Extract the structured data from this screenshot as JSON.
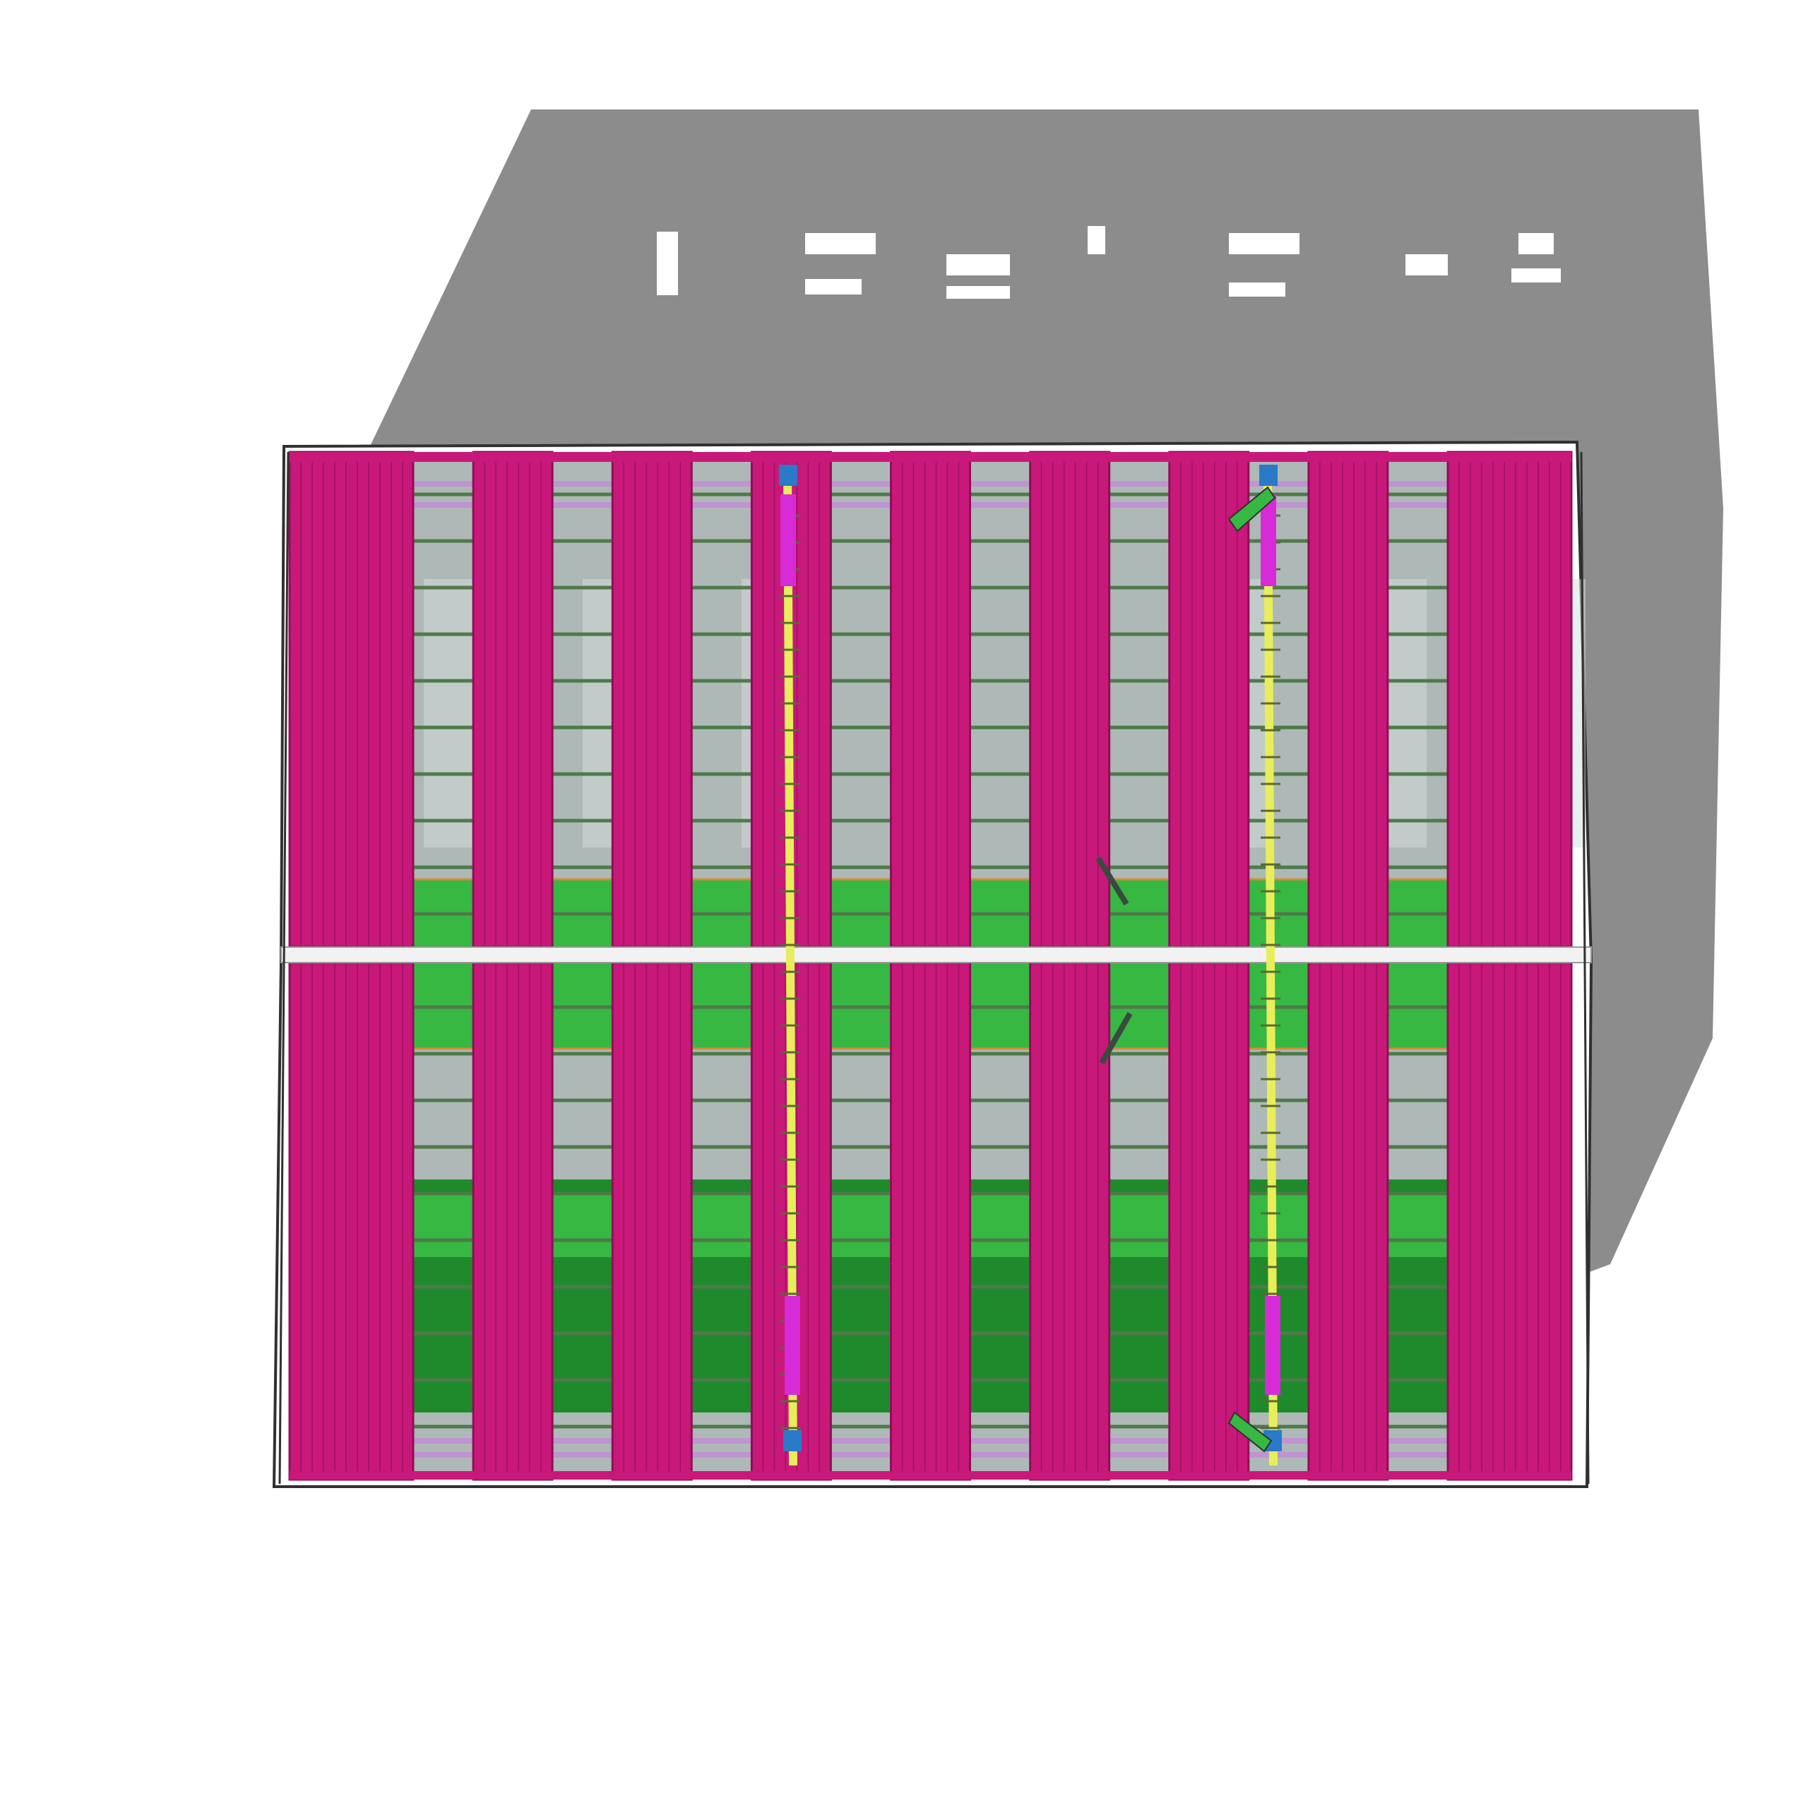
{
  "model_view": {
    "colors": {
      "background": "#ffffff",
      "shadow": "#8c8c8c",
      "roof_cladding": "#c8187a",
      "roof_seam": "#8e0f56",
      "skylight_glass": "#aeb9b7",
      "skylight_glass_light": "#d7dedd",
      "floor_green": "#36b843",
      "floor_green_dark": "#1f8a2c",
      "purlin": "#4e7a4a",
      "ridge": "#f2f2f2",
      "frame_edge": "#303030",
      "drainpipe_yellow": "#e8ee5a",
      "drainpipe_magenta": "#d62bd6",
      "drainpipe_blue": "#2a7ac8",
      "duct_violet": "#c58ad9",
      "brace_orange": "#d88c3a"
    },
    "roof_strip_count": 9,
    "skylight_count": 8,
    "drainpipe_columns": 2,
    "roof_halves": 2
  }
}
